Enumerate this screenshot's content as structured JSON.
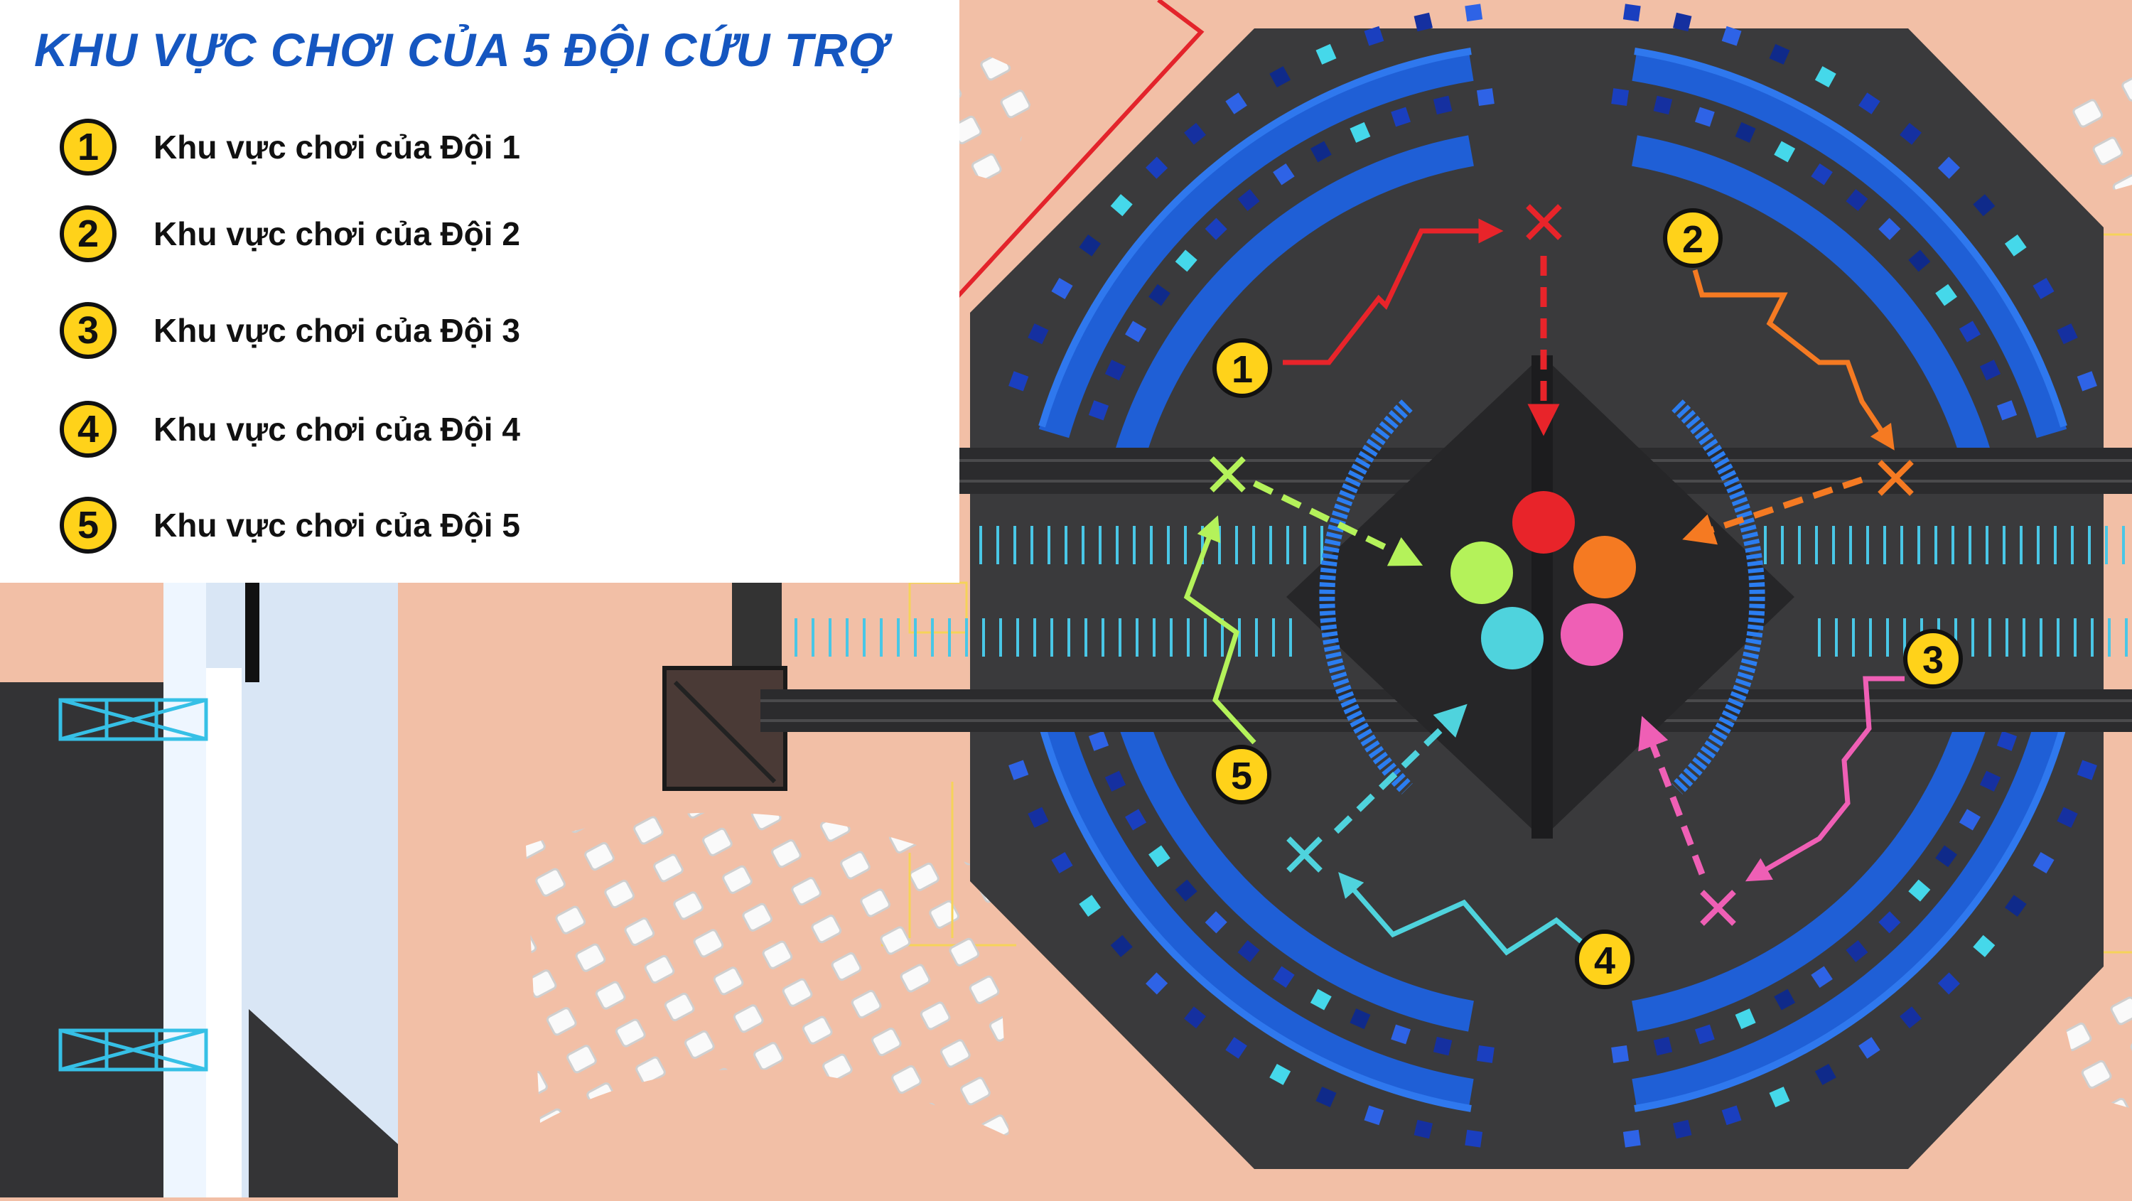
{
  "title": "KHU VỰC CHƠI CỦA 5 ĐỘI CỨU TRỢ",
  "legend": [
    {
      "number": "1",
      "label": "Khu vực chơi của Đội 1"
    },
    {
      "number": "2",
      "label": "Khu vực chơi của Đội 2"
    },
    {
      "number": "3",
      "label": "Khu vực chơi của Đội 3"
    },
    {
      "number": "4",
      "label": "Khu vực chơi của Đội 4"
    },
    {
      "number": "5",
      "label": "Khu vực chơi của Đội 5"
    }
  ],
  "map_markers": [
    "1",
    "2",
    "3",
    "4",
    "5"
  ],
  "colors": {
    "title": "#1556c0",
    "badge_fill": "#ffd21a",
    "floor": "#f2bfa6",
    "arena": "#3a3a3c",
    "arc_blue": "#1f5fd6",
    "team1": "#e8242a",
    "team2": "#f57a22",
    "team3": "#ef5fb5",
    "team4": "#4fd3dd",
    "team5": "#b4f25a"
  },
  "icons": [
    "x-start-marker",
    "arrow-path",
    "center-dot"
  ]
}
